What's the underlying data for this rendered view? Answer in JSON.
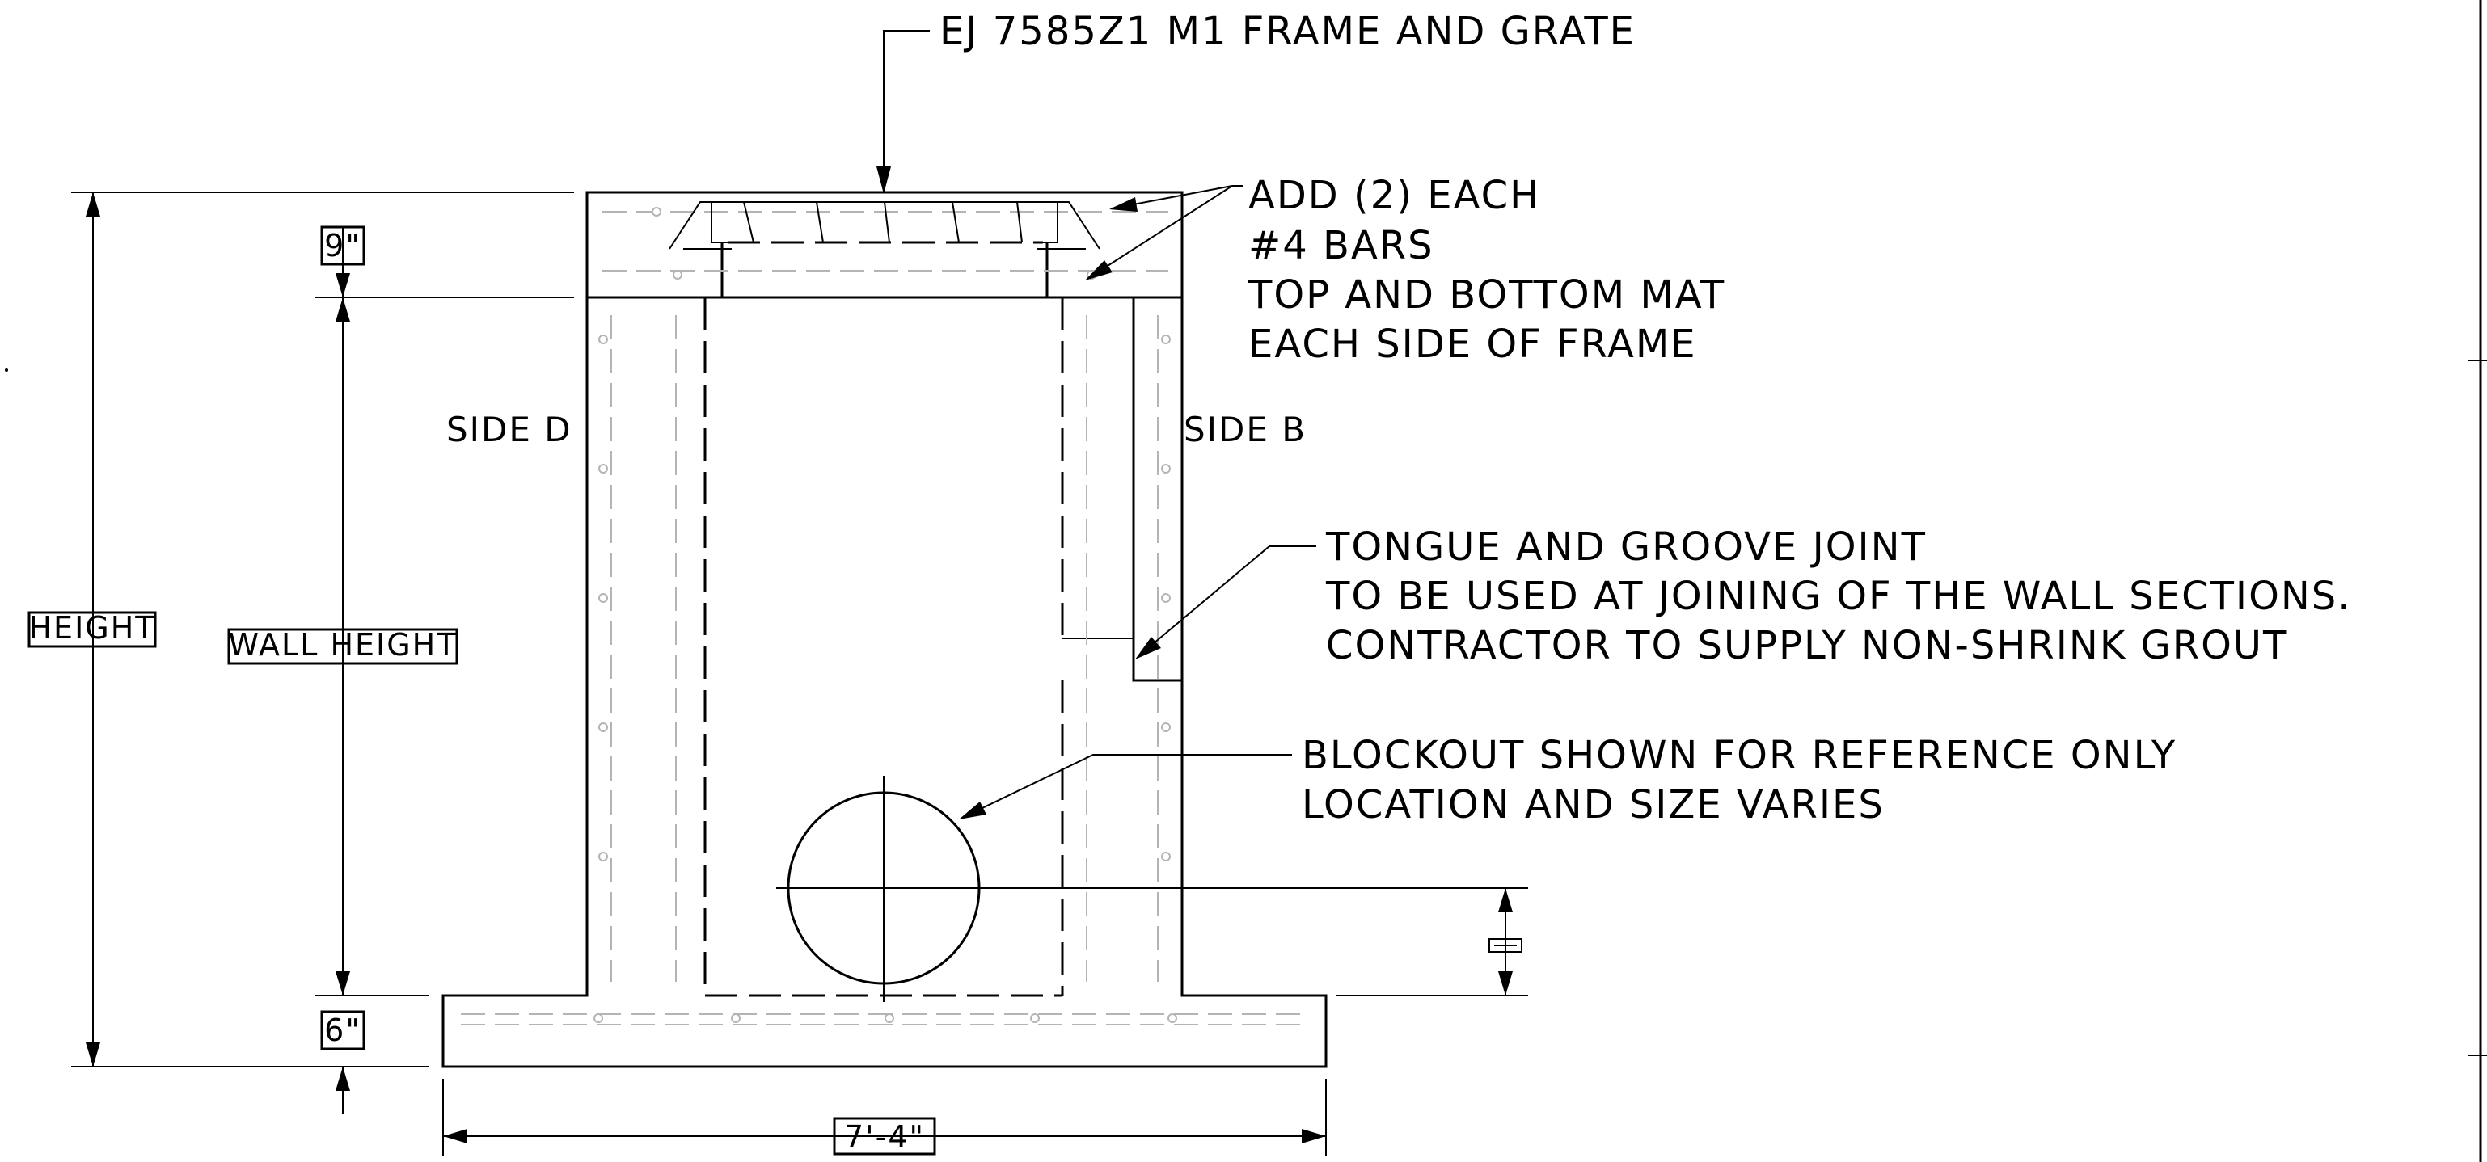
{
  "labels": {
    "frame_and_grate": "EJ 7585Z1 M1 FRAME AND GRATE",
    "bars_note": [
      "ADD (2) EACH",
      "#4 BARS",
      "TOP AND BOTTOM MAT",
      "EACH SIDE OF FRAME"
    ],
    "side_d": "SIDE D",
    "side_b": "SIDE B",
    "joint_note": [
      "TONGUE AND GROOVE JOINT",
      "TO BE USED AT JOINING OF THE WALL SECTIONS.",
      "CONTRACTOR TO SUPPLY NON-SHRINK GROUT"
    ],
    "blockout_note": [
      "BLOCKOUT SHOWN FOR REFERENCE ONLY",
      "LOCATION AND SIZE VARIES"
    ]
  },
  "dimensions": {
    "top_slab": "9\"",
    "height": "HEIGHT",
    "wall_height": "WALL HEIGHT",
    "base_slab": "6\"",
    "base_width": "7'-4\""
  }
}
